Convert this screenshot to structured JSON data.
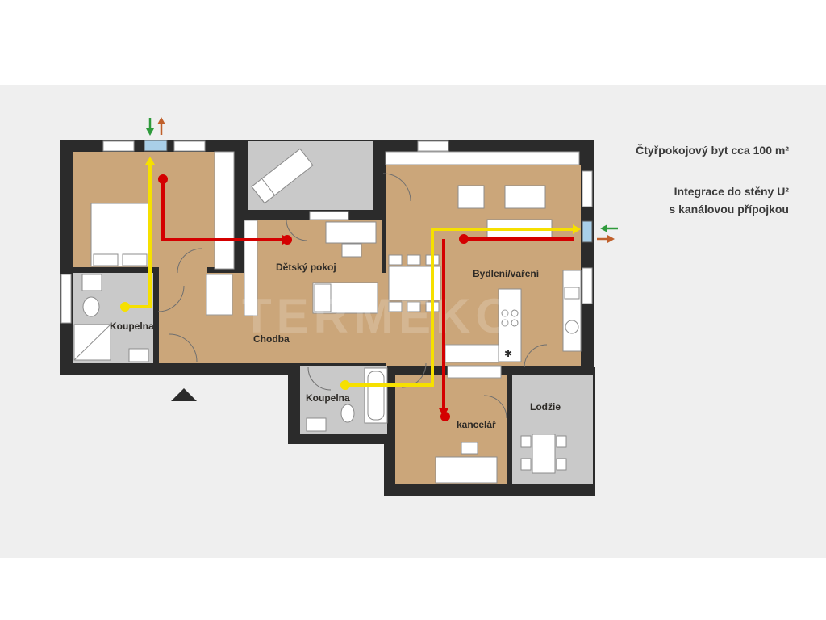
{
  "title": "Čtyřpokojový byt cca 100 m²",
  "subtitle_line1": "Integrace do stěny U²",
  "subtitle_line2": "s kanálovou přípojkou",
  "watermark": "TERMEKO",
  "rooms": {
    "detsky_pokoj": "Dětský pokoj",
    "koupelna_left": "Koupelna",
    "chodba": "Chodba",
    "bydleni": "Bydlení/vaření",
    "koupelna_bottom": "Koupelna",
    "kancelar": "kancelář",
    "lodzie": "Lodžie"
  },
  "colors": {
    "wall": "#2b2b2b",
    "floor_wood": "#cba67a",
    "floor_tile": "#c9c9c9",
    "supply_duct": "#f6e000",
    "exhaust_duct": "#d40000",
    "unit": "#a9cfe8",
    "arrow_in": "#2e9a3b",
    "arrow_out": "#c0602b"
  }
}
